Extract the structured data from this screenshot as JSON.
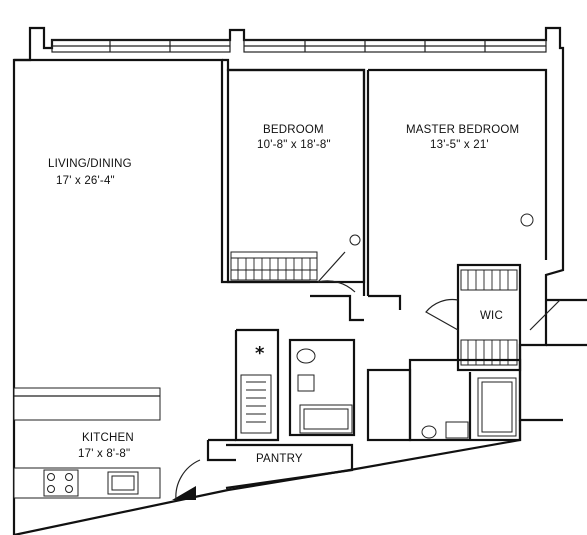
{
  "rooms": {
    "living_dining": {
      "name": "LIVING/DINING",
      "size": "17' x 26'-4\""
    },
    "bedroom": {
      "name": "BEDROOM",
      "size": "10'-8\" x 18'-8\""
    },
    "master_bedroom": {
      "name": "MASTER BEDROOM",
      "size": "13'-5\" x 21'"
    },
    "wic": {
      "name": "WIC"
    },
    "kitchen": {
      "name": "KITCHEN",
      "size": "17' x 8'-8\""
    },
    "pantry": {
      "name": "PANTRY"
    }
  },
  "symbols": {
    "asterisk": "*"
  }
}
